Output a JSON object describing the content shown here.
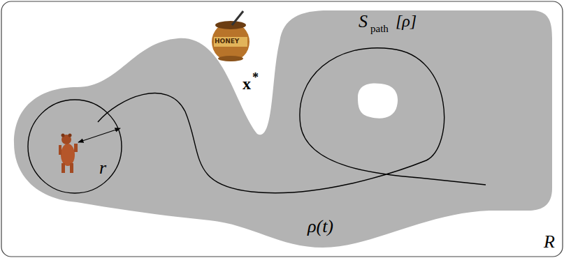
{
  "diagram": {
    "labels": [
      "S",
      "path",
      "[ρ]",
      "x",
      "*",
      "HONEY",
      "r",
      "ρ(t)",
      "R"
    ]
  }
}
